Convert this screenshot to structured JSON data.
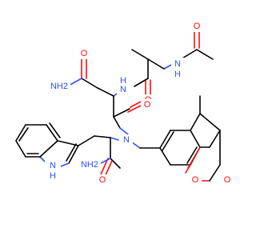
{
  "molecule": {
    "atom_labels": {
      "acetamide_n": "N",
      "acetamide_h": "H",
      "acetyl_o": "O",
      "ala_o": "O",
      "asn_nh": "N",
      "asn_nh_h": "H",
      "side_amide_nh2": "NH2",
      "side_amide_o": "O",
      "asn_co_o": "O",
      "tertiary_n": "N",
      "indole_nh": "N",
      "indole_h": "H",
      "trp_amide_nh2": "NH2",
      "trp_amide_o": "O",
      "coumarin_ring_o": "O",
      "coumarin_carbonyl_o": "O"
    }
  }
}
